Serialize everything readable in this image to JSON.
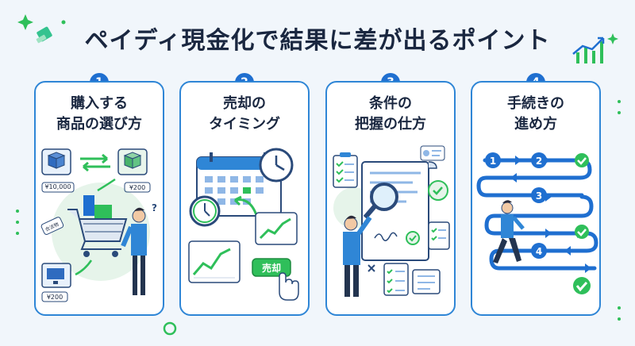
{
  "title": "ペイディ現金化で結果に差が出るポイント",
  "cards": [
    {
      "number": "1",
      "title_line1": "購入する",
      "title_line2": "商品の選び方",
      "price_tag_large": "¥10,000",
      "price_tag_box": "¥200",
      "price_tag_monitor": "¥200",
      "cart_tag": "合法物",
      "icons": [
        "box-icon",
        "swap-arrows-icon",
        "shopping-cart-icon",
        "person-icon",
        "monitor-icon"
      ]
    },
    {
      "number": "2",
      "title_line1": "売却の",
      "title_line2": "タイミング",
      "sell_button": "売却",
      "icons": [
        "calendar-icon",
        "clock-icon",
        "chart-up-icon",
        "hand-pointer-icon"
      ]
    },
    {
      "number": "3",
      "title_line1": "条件の",
      "title_line2": "把握の仕方",
      "icons": [
        "document-icon",
        "magnifier-icon",
        "checklist-icon",
        "person-icon",
        "shield-check-icon"
      ]
    },
    {
      "number": "4",
      "title_line1": "手続きの",
      "title_line2": "進め方",
      "steps": [
        "1",
        "2",
        "3",
        "4"
      ],
      "icons": [
        "path-arrows-icon",
        "walking-person-icon",
        "check-icon"
      ]
    }
  ],
  "colors": {
    "accent": "#2f86d6",
    "badge": "#1f6fd0",
    "green": "#2fbf5a",
    "title": "#1a2740",
    "background": "#f1f6fb"
  }
}
